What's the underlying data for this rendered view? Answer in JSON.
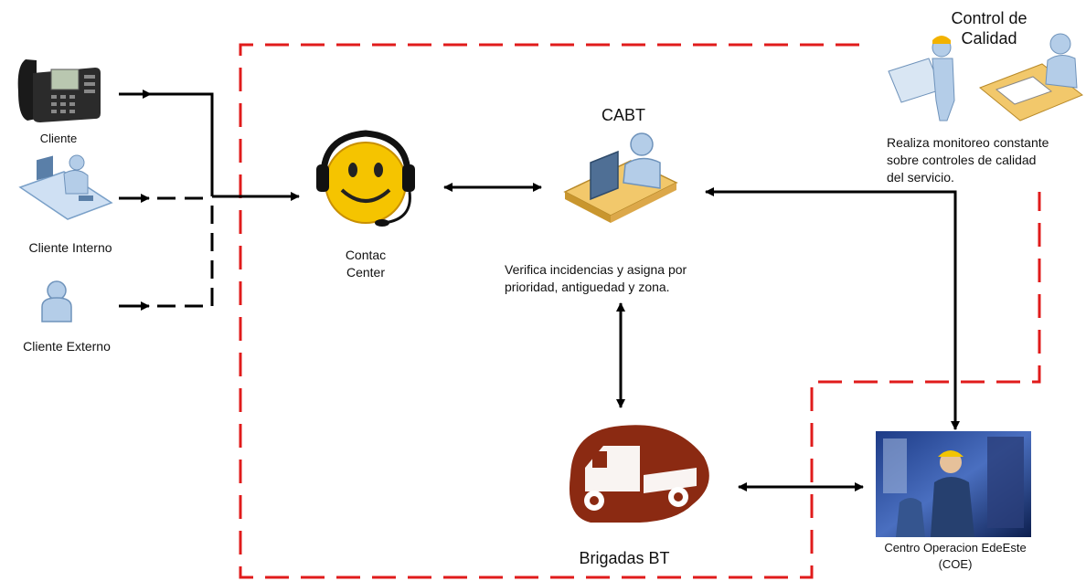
{
  "nodes": {
    "cliente": {
      "label": "Cliente",
      "icon": "phone-icon"
    },
    "cliente_interno": {
      "label": "Cliente Interno",
      "icon": "office-worker-icon"
    },
    "cliente_externo": {
      "label": "Cliente Externo",
      "icon": "person-icon"
    },
    "contact_center": {
      "label_line1": "Contac",
      "label_line2": "Center",
      "icon": "smiley-headset-icon"
    },
    "cabt": {
      "label": "CABT",
      "icon": "desk-worker-icon",
      "description_line1": "Verifica incidencias y asigna por",
      "description_line2": "prioridad, antiguedad y zona."
    },
    "control_calidad": {
      "label_line1": "Control de",
      "label_line2": "Calidad",
      "icon": "inspectors-icon",
      "description_line1": "Realiza monitoreo constante",
      "description_line2": "sobre controles de calidad",
      "description_line3": "del servicio."
    },
    "brigadas": {
      "label": "Brigadas BT",
      "icon": "truck-icon"
    },
    "coe": {
      "label_line1": "Centro Operacion EdeEste",
      "label_line2": "(COE)",
      "icon": "operations-photo-icon"
    }
  },
  "colors": {
    "boundary": "#e01b1b",
    "arrow": "#000000",
    "truck": "#8b2a12",
    "smiley": "#f5c400",
    "person": "#a9c7e8",
    "desk": "#f2c86b"
  }
}
